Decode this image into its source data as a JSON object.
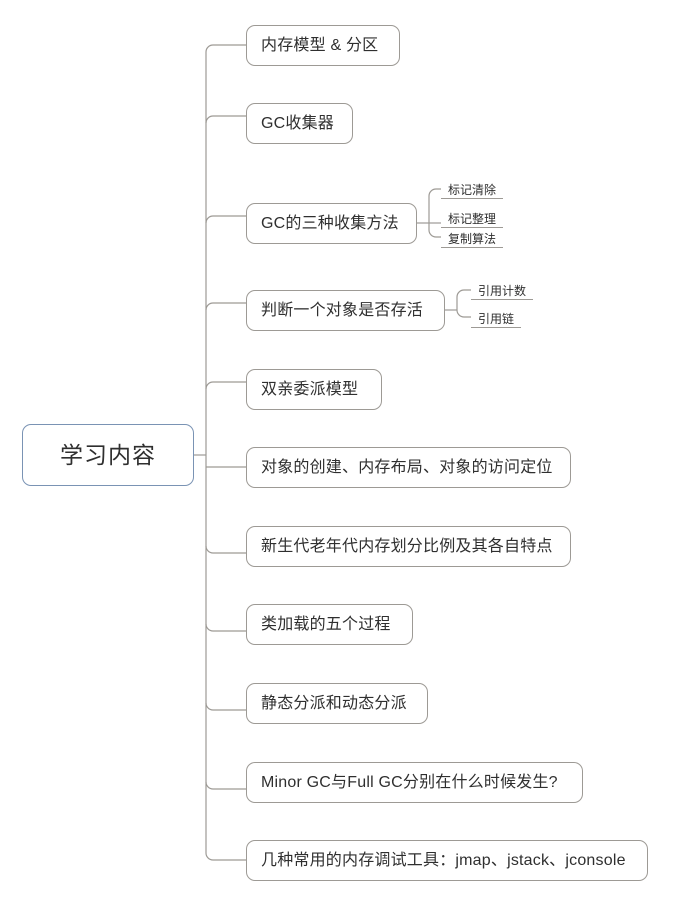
{
  "diagram": {
    "type": "mind-map",
    "title": "学习内容",
    "colors": {
      "background": "#ffffff",
      "node_border": "#9d9a95",
      "root_border": "#7a93b4",
      "connector": "#9d9a95",
      "text": "#2f2f2f"
    },
    "root": {
      "label": "学习内容"
    },
    "branches": [
      {
        "label": "内存模型 & 分区",
        "children": []
      },
      {
        "label": "GC收集器",
        "children": []
      },
      {
        "label": "GC的三种收集方法",
        "children": [
          "标记清除",
          "标记整理",
          "复制算法"
        ]
      },
      {
        "label": "判断一个对象是否存活",
        "children": [
          "引用计数",
          "引用链"
        ]
      },
      {
        "label": "双亲委派模型",
        "children": []
      },
      {
        "label": "对象的创建、内存布局、对象的访问定位",
        "children": []
      },
      {
        "label": "新生代老年代内存划分比例及其各自特点",
        "children": []
      },
      {
        "label": "类加载的五个过程",
        "children": []
      },
      {
        "label": "静态分派和动态分派",
        "children": []
      },
      {
        "label": "Minor GC与Full GC分别在什么时候发生?",
        "children": []
      },
      {
        "label": "几种常用的内存调试工具：jmap、jstack、jconsole",
        "children": []
      }
    ]
  }
}
